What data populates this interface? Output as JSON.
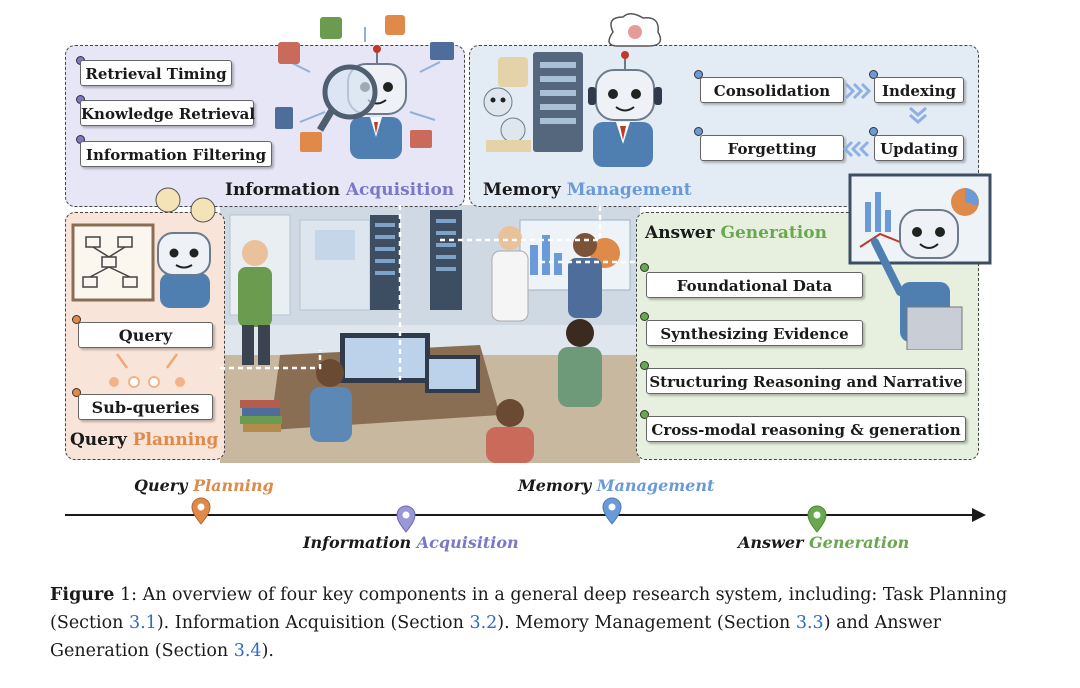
{
  "colors": {
    "planning": "#e08a4a",
    "acquisition": "#7b78c8",
    "memory": "#6a9bd8",
    "generation": "#6aa84f",
    "reference": "#2a6cc7"
  },
  "acquisition": {
    "title_a": "Information",
    "title_b": "Acquisition",
    "items": [
      "Retrieval Timing",
      "Knowledge Retrieval",
      "Information Filtering"
    ]
  },
  "memory": {
    "title_a": "Memory",
    "title_b": "Management",
    "consolidation": "Consolidation",
    "indexing": "Indexing",
    "forgetting": "Forgetting",
    "updating": "Updating"
  },
  "planning": {
    "title_a": "Query",
    "title_b": "Planning",
    "query": "Query",
    "subqueries": "Sub-queries"
  },
  "generation": {
    "title_a": "Answer",
    "title_b": "Generation",
    "items": [
      "Foundational Data",
      "Synthesizing Evidence",
      "Structuring Reasoning and Narrative",
      "Cross-modal reasoning & generation"
    ]
  },
  "timeline": {
    "planning_a": "Query",
    "planning_b": "Planning",
    "acquisition_a": "Information",
    "acquisition_b": "Acquisition",
    "memory_a": "Memory",
    "memory_b": "Management",
    "generation_a": "Answer",
    "generation_b": "Generation"
  },
  "caption": {
    "label": "Figure",
    "number": "1",
    "text_1": ": An overview of four key components in a general deep research system, including: Task Planning (Section ",
    "ref_1": "3.1",
    "text_2": "). Information Acquisition (Section ",
    "ref_2": "3.2",
    "text_3": "). Memory Management (Section ",
    "ref_3": "3.3",
    "text_4": ") and Answer Generation (Section ",
    "ref_4": "3.4",
    "text_5": ")."
  }
}
